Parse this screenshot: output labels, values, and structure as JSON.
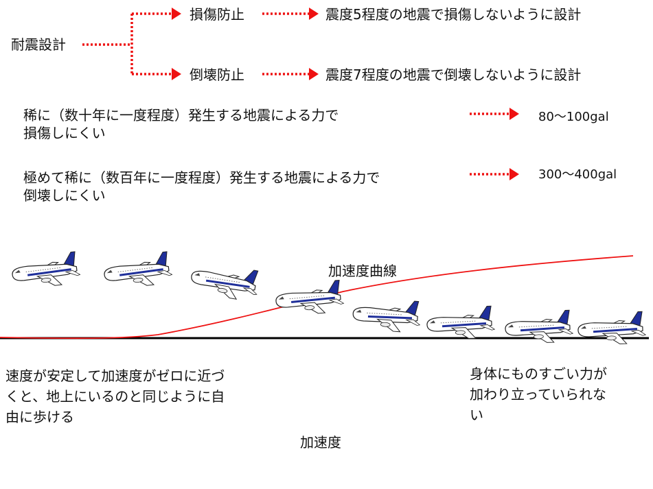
{
  "colors": {
    "arrow": "#ee1111",
    "curve": "#ee1111",
    "ground": "#000000",
    "plane_tail": "#1f2f9a"
  },
  "tree": {
    "root": "耐震設計",
    "branch_top": "損傷防止",
    "branch_top_desc": "震度5程度の地震で損傷しないように設計",
    "branch_bottom": "倒壊防止",
    "branch_bottom_desc": "震度7程度の地震で倒壊しないように設計"
  },
  "criteria": [
    {
      "line1": "稀に（数十年に一度程度）発生する地震による力で",
      "line2": "損傷しにくい",
      "value": "80～100gal"
    },
    {
      "line1": "極めて稀に（数百年に一度程度）発生する地震による力で",
      "line2": "倒壊しにくい",
      "value": "300～400gal"
    }
  ],
  "curve_label": "加速度曲線",
  "left_note": [
    "速度が安定して加速度がゼロに近づ",
    "くと、地上にいるのと同じように自",
    "由に歩ける"
  ],
  "right_note": [
    "身体にものすごい力が",
    "加わり立っていられな",
    "い"
  ],
  "axis_label": "加速度"
}
